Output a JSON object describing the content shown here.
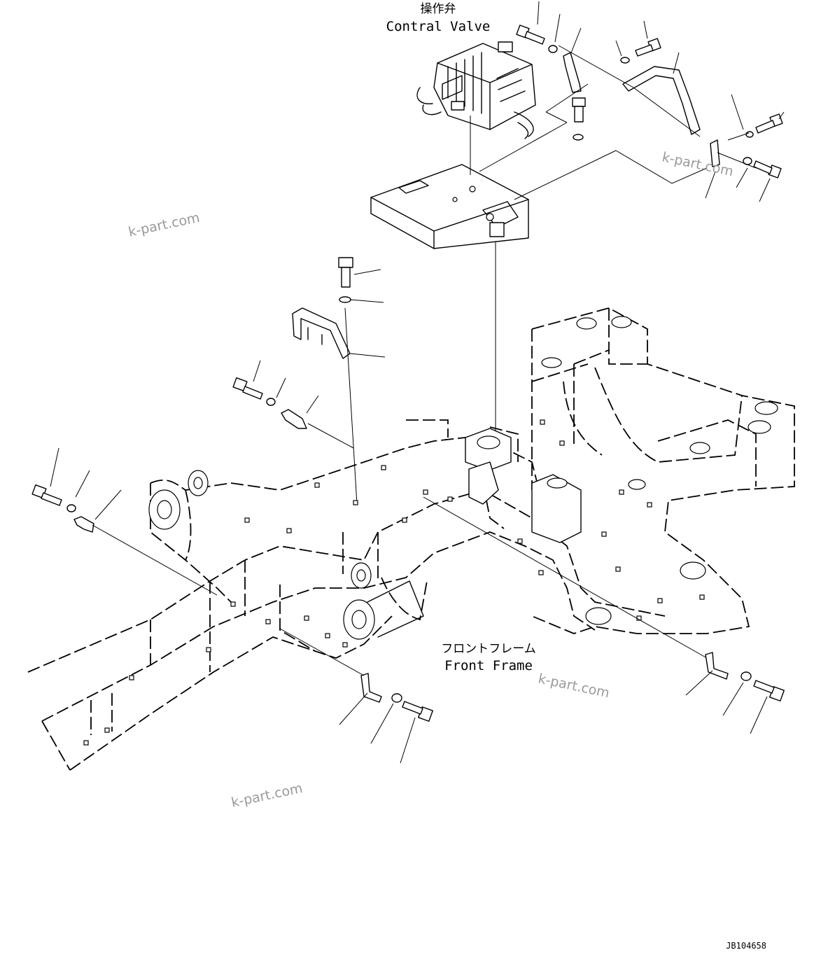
{
  "labels": {
    "control_valve_jp": "操作弁",
    "control_valve_en": "Contral Valve",
    "front_frame_jp": "フロントフレーム",
    "front_frame_en": "Front Frame"
  },
  "watermarks": [
    "k-part.com",
    "k-part.com",
    "k-part.com",
    "k-part.com"
  ],
  "drawing_number": "JB104658"
}
